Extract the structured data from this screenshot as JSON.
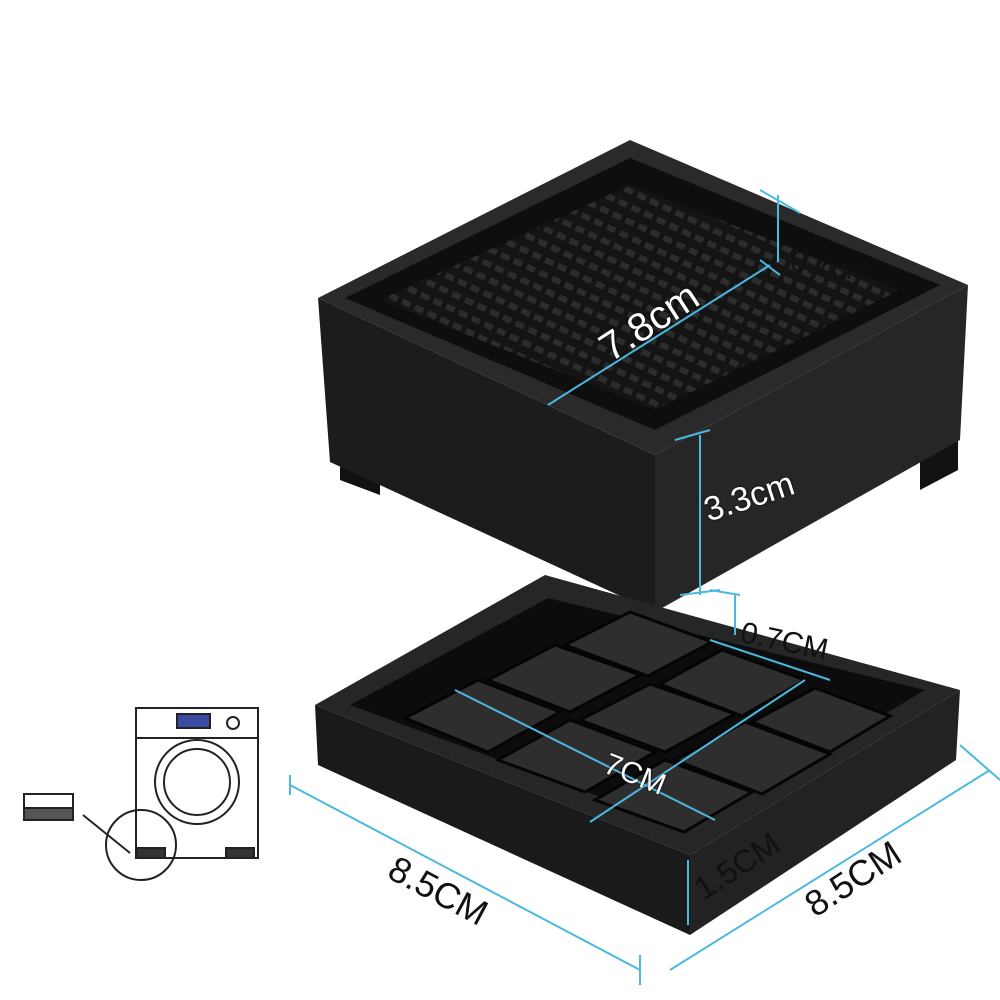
{
  "labels": {
    "rim_thickness_top": "0.7cm",
    "inner_width_top": "7.8cm",
    "height_top": "3.3cm",
    "rim_thickness_base": "0.7CM",
    "inner_width_base": "7CM",
    "height_base": "1.5CM",
    "length_left": "8.5CM",
    "length_right": "8.5CM"
  },
  "colors": {
    "dimension_line": "#4bb8e0",
    "product": "#1a1a1a"
  }
}
